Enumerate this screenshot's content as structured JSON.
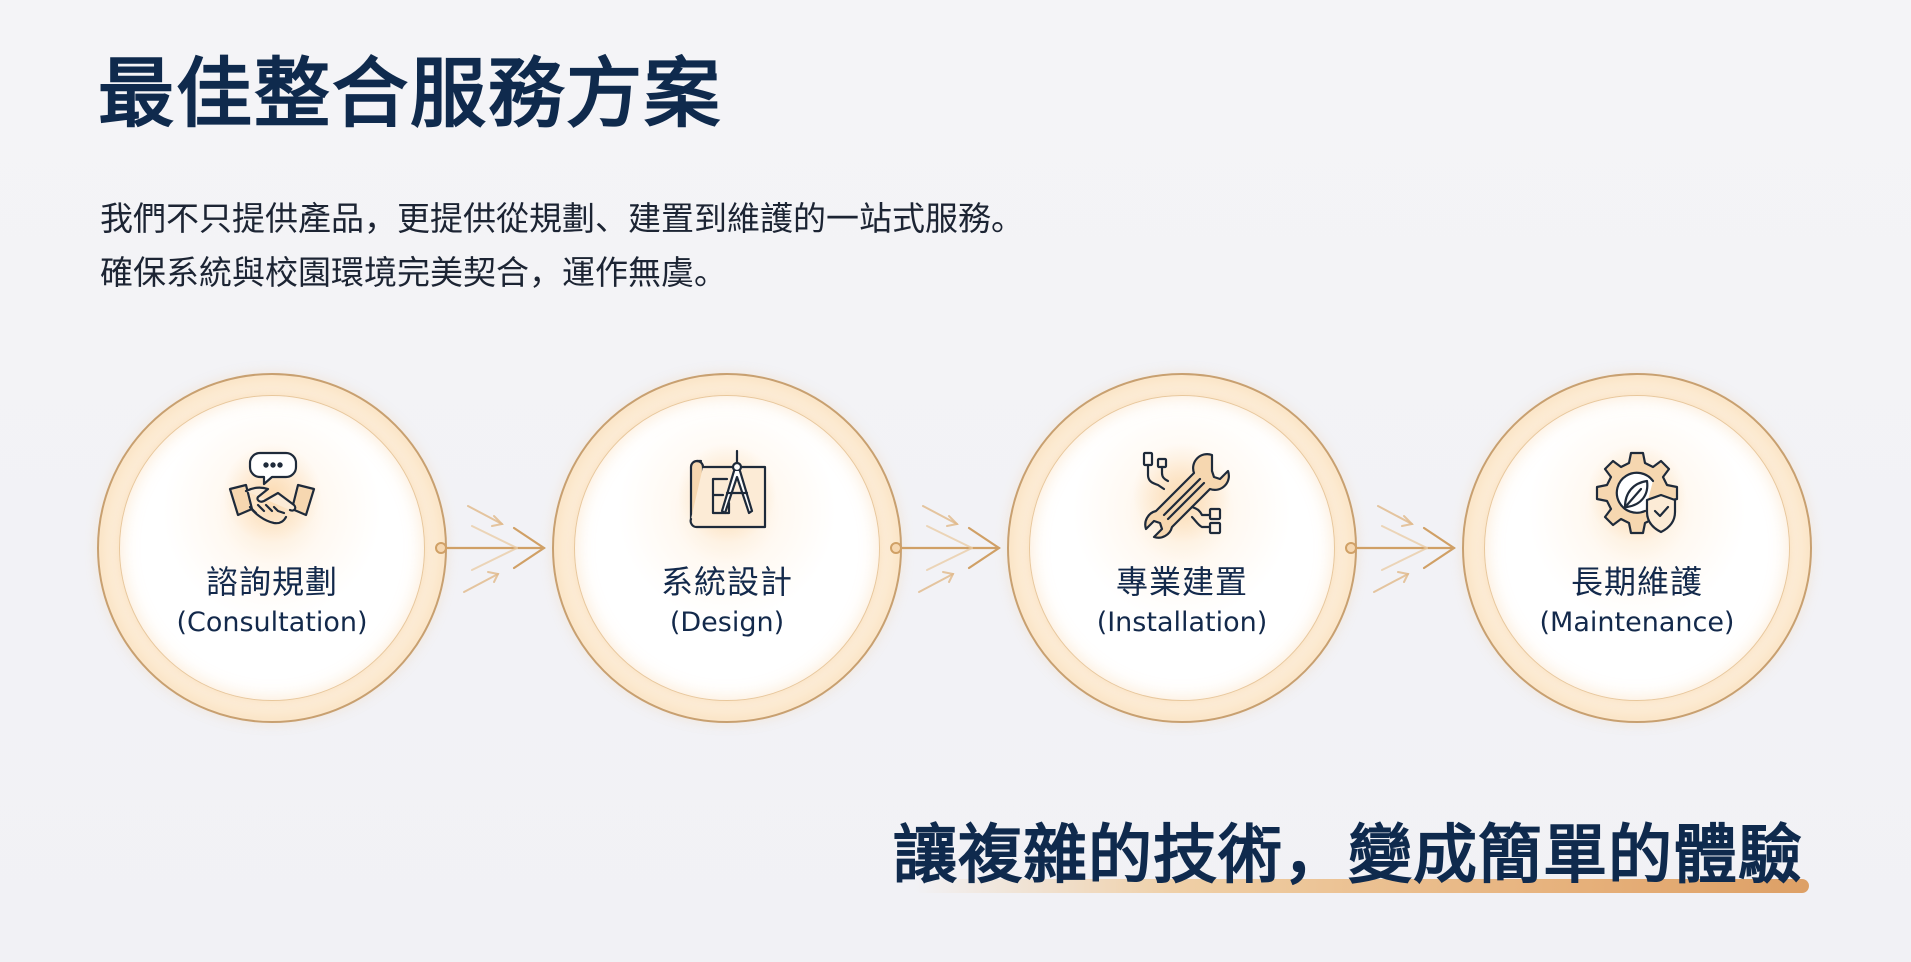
{
  "header": {
    "title": "最佳整合服務方案",
    "subtitle_lines": [
      "我們不只提供產品，更提供從規劃、建置到維護的一站式服務。",
      "確保系統與校園環境完美契合，運作無虞。"
    ]
  },
  "steps": [
    {
      "icon": "handshake-chat-icon",
      "title": "諮詢規劃",
      "subtitle": "(Consultation)"
    },
    {
      "icon": "blueprint-compass-icon",
      "title": "系統設計",
      "subtitle": "(Design)"
    },
    {
      "icon": "wrench-cables-icon",
      "title": "專業建置",
      "subtitle": "(Installation)"
    },
    {
      "icon": "gear-leaf-shield-icon",
      "title": "長期維護",
      "subtitle": "(Maintenance)"
    }
  ],
  "tagline": "讓複雜的技術，變成簡單的體驗",
  "colors": {
    "navy": "#0f2a4d",
    "gold": "#c8a070",
    "accent_orange": "#e6b07a",
    "background": "#f3f3f6"
  }
}
